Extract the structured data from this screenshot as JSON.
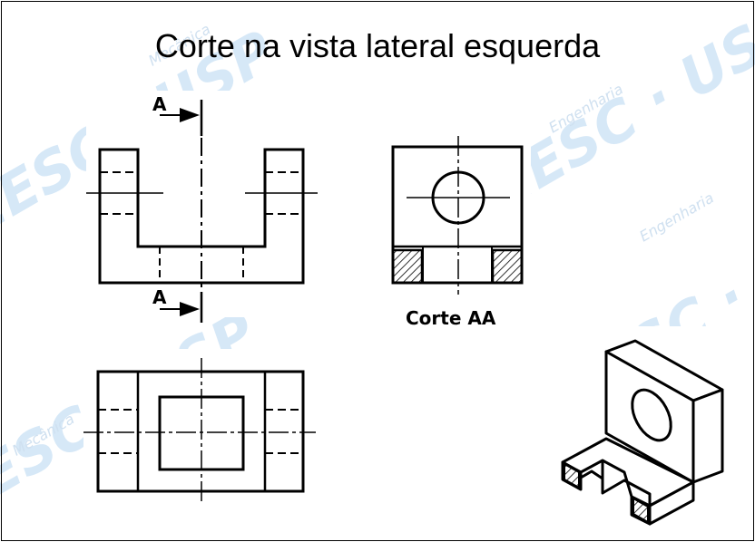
{
  "slide": {
    "title": "Corte na vista lateral esquerda"
  },
  "watermark": {
    "logo_text": "EESC · USP",
    "subtext_1": "Engenharia",
    "subtext_2": "Mecânica",
    "color": "#cfe3f5"
  },
  "drawing": {
    "cut_label_top": "A",
    "cut_label_bottom": "A",
    "section_caption": "Corte AA"
  }
}
